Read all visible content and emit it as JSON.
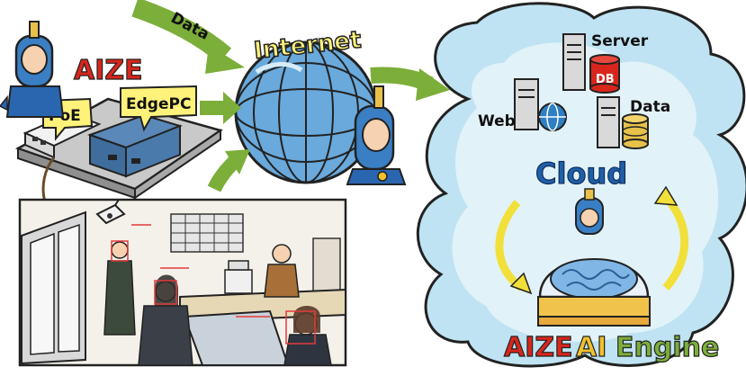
{
  "labels": {
    "brand": "AIZE",
    "poe": "PoE",
    "edge_pc": "EdgePC",
    "data_arrow": "Data",
    "internet": "Internet",
    "server": "Server",
    "db": "DB",
    "web": "Web",
    "data": "Data",
    "cloud": "Cloud",
    "engine_brand": "AIZE",
    "engine_ai": "AI",
    "engine_word": "Engine"
  },
  "icons": [
    "mascot-icon",
    "router-icon",
    "edge-pc-icon",
    "globe-icon",
    "server-icon",
    "database-icon",
    "web-globe-icon",
    "camera-icon",
    "brain-icon",
    "cycle-arrow-icon"
  ],
  "colors": {
    "brand_red": "#d9261c",
    "brand_blue": "#1f5fa8",
    "arrow_green": "#7cae3a",
    "cycle_yellow": "#f2e03a",
    "cloud_blue": "#bfe3f2",
    "label_yellow": "#fff27a",
    "globe_blue": "#6aa9db",
    "detect_red": "#e23b3b"
  }
}
